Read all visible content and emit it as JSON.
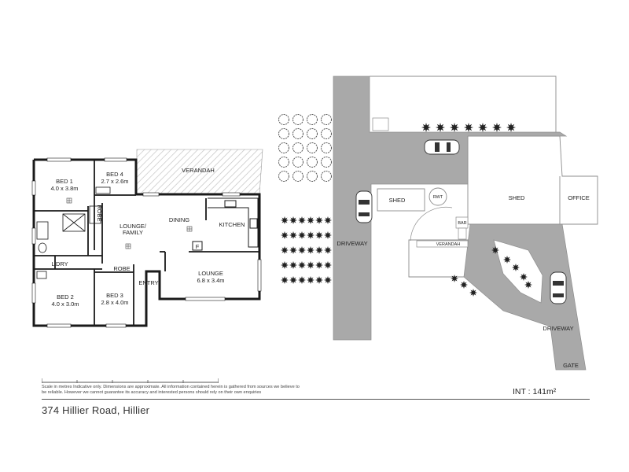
{
  "rooms": {
    "bed1": {
      "name": "BED 1",
      "dims": "4.0 x 3.8m"
    },
    "bed4": {
      "name": "BED 4",
      "dims": "2.7 x 2.6m"
    },
    "bed2": {
      "name": "BED 2",
      "dims": "4.0 x 3.0m"
    },
    "bed3": {
      "name": "BED 3",
      "dims": "2.8 x 4.0m"
    },
    "lounge_family_1": "LOUNGE/",
    "lounge_family_2": "FAMILY",
    "dining": "DINING",
    "kitchen": "KITCHEN",
    "lounge": {
      "name": "LOUNGE",
      "dims": "6.8 x 3.4m"
    },
    "entry": "ENTRY",
    "robe_vertical": "ROBE",
    "robe": "ROBE",
    "ldry": "L'DRY",
    "verandah": "VERANDAH",
    "fridge": "F"
  },
  "site": {
    "driveway_left": "DRIVEWAY",
    "driveway_right": "DRIVEWAY",
    "shed_small": "SHED",
    "rwt": "RWT",
    "shed_large": "SHED",
    "office": "OFFICE",
    "bar": "BAR",
    "verandah_small": "VERANDAH",
    "gate": "GATE"
  },
  "footer": {
    "disclaimer": "Scale in metres Indicative only. Dimensions are approximate. All information contained herein is gathered from sources we believe to be reliable. However we cannot guarantee its accuracy and interested persons should rely on their own enquiries",
    "address": "374 Hillier Road, Hillier",
    "int_area": "INT : 141m²"
  },
  "colors": {
    "wall": "#1a1a1a",
    "driveway": "#a9a9a9",
    "verandah_hatch": "#c4c4c4",
    "outline": "#8c8c8c"
  }
}
